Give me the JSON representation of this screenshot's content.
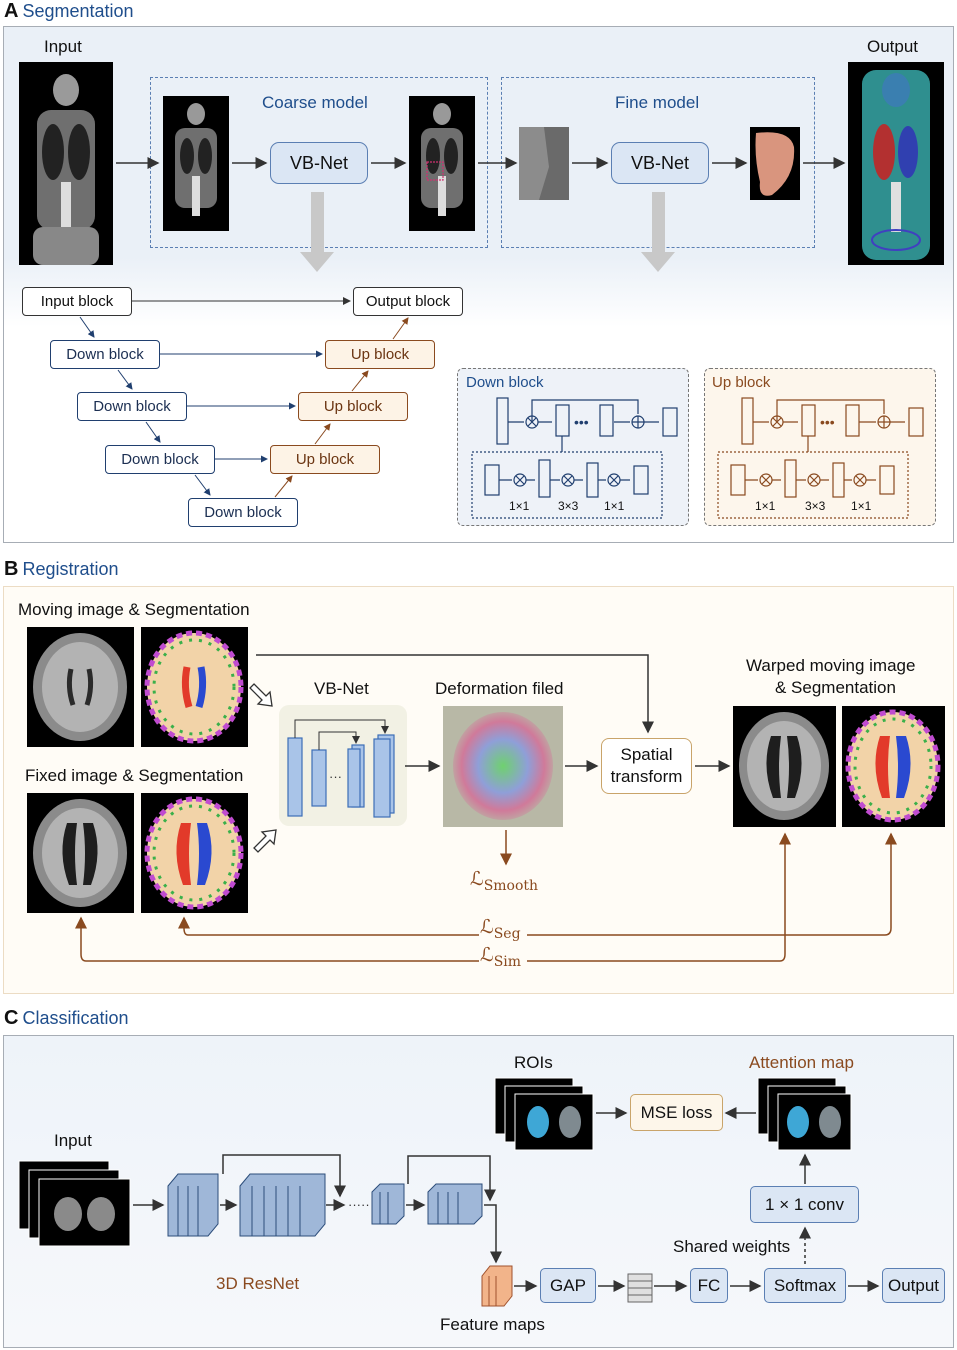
{
  "sectionA": {
    "letter": "A",
    "title": "Segmentation",
    "input_label": "Input",
    "output_label": "Output",
    "coarse_label": "Coarse model",
    "fine_label": "Fine model",
    "vbnet1": "VB-Net",
    "vbnet2": "VB-Net",
    "arch": {
      "input_block": "Input block",
      "output_block": "Output block",
      "down_blocks": [
        "Down block",
        "Down block",
        "Down block",
        "Down block"
      ],
      "up_blocks": [
        "Up block",
        "Up block",
        "Up block"
      ]
    },
    "down_detail": {
      "title": "Down block",
      "convs": [
        "1×1",
        "3×3",
        "1×1"
      ]
    },
    "up_detail": {
      "title": "Up block",
      "convs": [
        "1×1",
        "3×3",
        "1×1"
      ]
    }
  },
  "sectionB": {
    "letter": "B",
    "title": "Registration",
    "moving_label": "Moving image & Segmentation",
    "fixed_label": "Fixed image & Segmentation",
    "vbnet_label": "VB-Net",
    "deform_label": "Deformation filed",
    "spatial_line1": "Spatial",
    "spatial_line2": "transform",
    "warped_line1": "Warped moving image",
    "warped_line2": "& Segmentation",
    "loss_smooth_main": "ℒ",
    "loss_smooth_sub": "Smooth",
    "loss_seg_main": "ℒ",
    "loss_seg_sub": "Seg",
    "loss_sim_main": "ℒ",
    "loss_sim_sub": "Sim"
  },
  "sectionC": {
    "letter": "C",
    "title": "Classification",
    "input_label": "Input",
    "rois_label": "ROIs",
    "attention_label": "Attention map",
    "mse_label": "MSE loss",
    "resnet_label": "3D ResNet",
    "conv_label": "1 × 1 conv",
    "shared_label": "Shared weights",
    "gap_label": "GAP",
    "fc_label": "FC",
    "softmax_label": "Softmax",
    "output_label": "Output",
    "feature_label": "Feature maps"
  },
  "colors": {
    "title_blue": "#1f4e8c",
    "orange_text": "#8a4a1f",
    "vbnet_fill": "#dbe6f4",
    "loss_brown": "#8a4a1f"
  }
}
